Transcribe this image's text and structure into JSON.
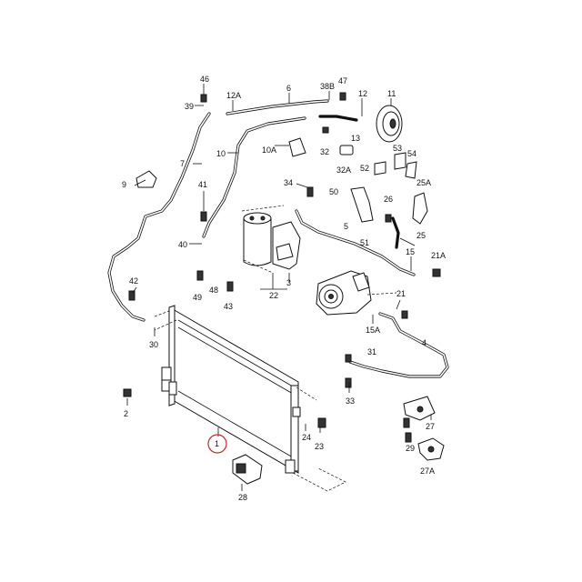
{
  "diagram": {
    "highlight_color": "#c62828",
    "line_color": "#111111",
    "highlighted_label": "1",
    "callouts": [
      {
        "id": "46",
        "text": "46"
      },
      {
        "id": "39",
        "text": "39"
      },
      {
        "id": "12A",
        "text": "12A"
      },
      {
        "id": "6",
        "text": "6"
      },
      {
        "id": "38B",
        "text": "38B"
      },
      {
        "id": "47",
        "text": "47"
      },
      {
        "id": "12",
        "text": "12"
      },
      {
        "id": "11",
        "text": "11"
      },
      {
        "id": "10A",
        "text": "10A"
      },
      {
        "id": "32",
        "text": "32"
      },
      {
        "id": "13",
        "text": "13"
      },
      {
        "id": "53",
        "text": "53"
      },
      {
        "id": "54",
        "text": "54"
      },
      {
        "id": "32A",
        "text": "32A"
      },
      {
        "id": "52",
        "text": "52"
      },
      {
        "id": "7",
        "text": "7"
      },
      {
        "id": "10",
        "text": "10"
      },
      {
        "id": "9",
        "text": "9"
      },
      {
        "id": "41",
        "text": "41"
      },
      {
        "id": "34",
        "text": "34"
      },
      {
        "id": "50",
        "text": "50"
      },
      {
        "id": "26",
        "text": "26"
      },
      {
        "id": "25A",
        "text": "25A"
      },
      {
        "id": "5",
        "text": "5"
      },
      {
        "id": "51",
        "text": "51"
      },
      {
        "id": "25",
        "text": "25"
      },
      {
        "id": "40",
        "text": "40"
      },
      {
        "id": "15",
        "text": "15"
      },
      {
        "id": "21A",
        "text": "21A"
      },
      {
        "id": "42",
        "text": "42"
      },
      {
        "id": "49",
        "text": "49"
      },
      {
        "id": "48",
        "text": "48"
      },
      {
        "id": "22",
        "text": "22"
      },
      {
        "id": "3",
        "text": "3"
      },
      {
        "id": "21",
        "text": "21"
      },
      {
        "id": "43",
        "text": "43"
      },
      {
        "id": "15A",
        "text": "15A"
      },
      {
        "id": "30",
        "text": "30"
      },
      {
        "id": "4",
        "text": "4"
      },
      {
        "id": "31",
        "text": "31"
      },
      {
        "id": "33",
        "text": "33"
      },
      {
        "id": "2",
        "text": "2"
      },
      {
        "id": "27",
        "text": "27"
      },
      {
        "id": "24",
        "text": "24"
      },
      {
        "id": "23",
        "text": "23"
      },
      {
        "id": "1",
        "text": "1"
      },
      {
        "id": "29",
        "text": "29"
      },
      {
        "id": "27A",
        "text": "27A"
      },
      {
        "id": "28",
        "text": "28"
      }
    ]
  }
}
